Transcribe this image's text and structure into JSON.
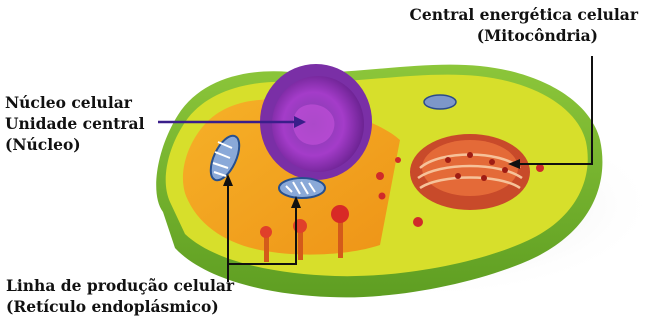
{
  "labels": {
    "mitochondria": {
      "line1": "Central energética celular",
      "line2": "(Mitocôndria)"
    },
    "nucleus": {
      "line1": "Núcleo celular",
      "line2": "Unidade central",
      "line3": "(Núcleo)"
    },
    "er": {
      "line1": "Linha de produção celular",
      "line2": "(Retículo endoplásmico)"
    }
  },
  "colors": {
    "cytoplasm_top": "#d8e030",
    "cytoplasm_inner": "#f3a419",
    "membrane_side": "#7ab42a",
    "nucleus": "#8a2fb8",
    "golgi": "#d0502a",
    "vesicle": "#d02828",
    "pointer": "#101010",
    "nucleus_pointer": "#3a1e8a"
  }
}
